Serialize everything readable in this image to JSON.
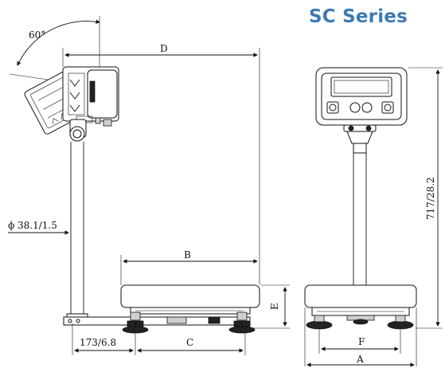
{
  "title": "SC Series",
  "labels": {
    "angle": "60°",
    "D": "D",
    "B": "B",
    "C": "C",
    "E": "E",
    "F": "F",
    "A": "A",
    "pillar_diameter": "ϕ 38.1/1.5",
    "foot_offset": "173/6.8",
    "height": "717/28.2"
  }
}
